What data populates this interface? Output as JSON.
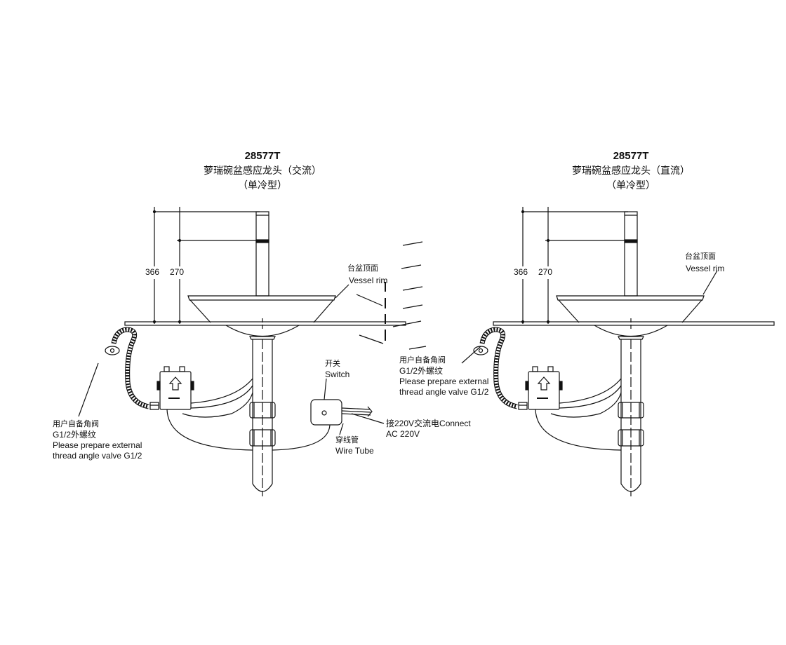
{
  "left": {
    "model": "28577T",
    "name": "萝瑞碗盆感应龙头（交流）",
    "variant": "（单冷型）",
    "dim_total": "366",
    "dim_spout": "270",
    "rim_cn": "台盆顶面",
    "rim_en": "Vessel rim",
    "valve_cn": "用户自备角阀",
    "valve_g": "G1/2外螺纹",
    "valve_en1": "Please prepare external",
    "valve_en2": "thread angle valve G1/2",
    "switch_cn": "开关",
    "switch_en": "Switch",
    "power_1": "接220V交流电Connect",
    "power_2": "AC 220V",
    "tube_cn": "穿线管",
    "tube_en": "Wire Tube"
  },
  "right": {
    "model": "28577T",
    "name": "萝瑞碗盆感应龙头（直流）",
    "variant": "（单冷型）",
    "dim_total": "366",
    "dim_spout": "270",
    "rim_cn": "台盆顶面",
    "rim_en": "Vessel rim",
    "valve_cn": "用户自备角阀",
    "valve_g": "G1/2外螺纹",
    "valve_en1": "Please prepare external",
    "valve_en2": "thread angle valve G1/2"
  }
}
